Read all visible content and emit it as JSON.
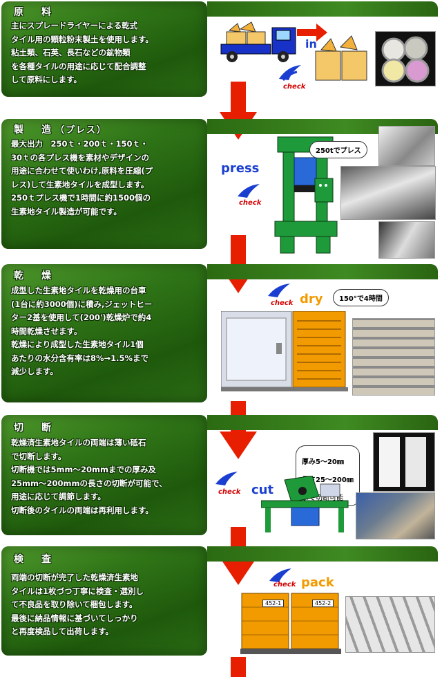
{
  "sections": [
    {
      "title": "原　料",
      "body": "主にスプレードライヤーによる乾式\nタイル用の顆粒粉末製土を使用します。\n粘土類、石英、長石などの鉱物類\nを各種タイルの用途に応じて配合調整\nして原料にします。",
      "stage_label": "in",
      "check_label": "check"
    },
    {
      "title": "製　造",
      "title_sub": "（プレス）",
      "body": "最大出力　250ｔ・200ｔ・150ｔ・\n30ｔの各プレス機を素材やデザインの\n用途に合わせて使いわけ,原料を圧縮(プ\nレス)して生素地タイルを成型します。\n250ｔプレス機で1時間に約1500個の\n生素地タイル製造が可能です。",
      "stage_label": "press",
      "check_label": "check",
      "bubble": "250tでプレス"
    },
    {
      "title": "乾　燥",
      "body": "成型した生素地タイルを乾燥用の台車\n(1台に約3000個)に積み,ジェットヒー\nター2基を使用して(200')乾燥炉で約4\n時間乾燥させます。\n乾燥により成型した生素地タイル1個\nあたりの水分含有率は8%→1.5%まで\n減少します。",
      "stage_label": "dry",
      "check_label": "check",
      "bubble": "150°で4時間"
    },
    {
      "title": "切　断",
      "body": "乾燥済生素地タイルの両端は薄い砥石\nで切断します。\n切断機では5mm〜20mmまでの厚み及\n25mm〜200mmの長さの切断が可能で、\n用途に応じて調節します。\n切断後のタイルの両端は再利用します。",
      "stage_label": "cut",
      "check_label": "check",
      "bubble_line1": "厚み5〜20㎜",
      "bubble_line2": "長さ25〜200㎜",
      "bubble_line3": "まで切断可能"
    },
    {
      "title": "検　査",
      "body": "両端の切断が完了した乾燥済生素地\nタイルは1枚づつ丁寧に検査・選別し\nて不良品を取り除いて梱包します。\n最後に納品情報に基づいてしっかり\nと再度検品して出荷します。",
      "stage_label": "pack",
      "check_label": "check",
      "box1": "452-1",
      "box2": "452-2"
    }
  ],
  "colors": {
    "panel_green": "#2f7417",
    "arrow_red": "#e81e00",
    "stage_blue": "#1a3fd0",
    "stage_orange": "#f29b00",
    "check_red": "#d40000"
  }
}
